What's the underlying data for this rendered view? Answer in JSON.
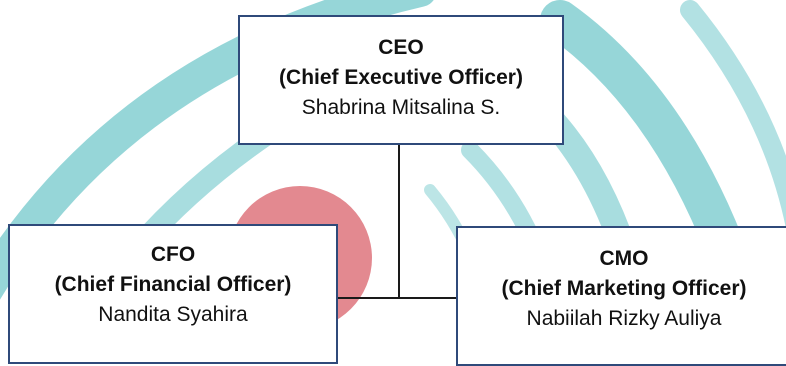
{
  "colors": {
    "box_border": "#2f4a7a",
    "connector": "#1a1a1a",
    "watermark_teal": "#3fb4b8",
    "watermark_red": "#d9626b"
  },
  "org_chart": {
    "ceo": {
      "abbr": "CEO",
      "title": "(Chief Executive Officer)",
      "name": "Shabrina Mitsalina S."
    },
    "cfo": {
      "abbr": "CFO",
      "title": "(Chief Financial Officer)",
      "name": "Nandita Syahira"
    },
    "cmo": {
      "abbr": "CMO",
      "title": "(Chief Marketing Officer)",
      "name": "Nabiilah Rizky Auliya"
    }
  }
}
